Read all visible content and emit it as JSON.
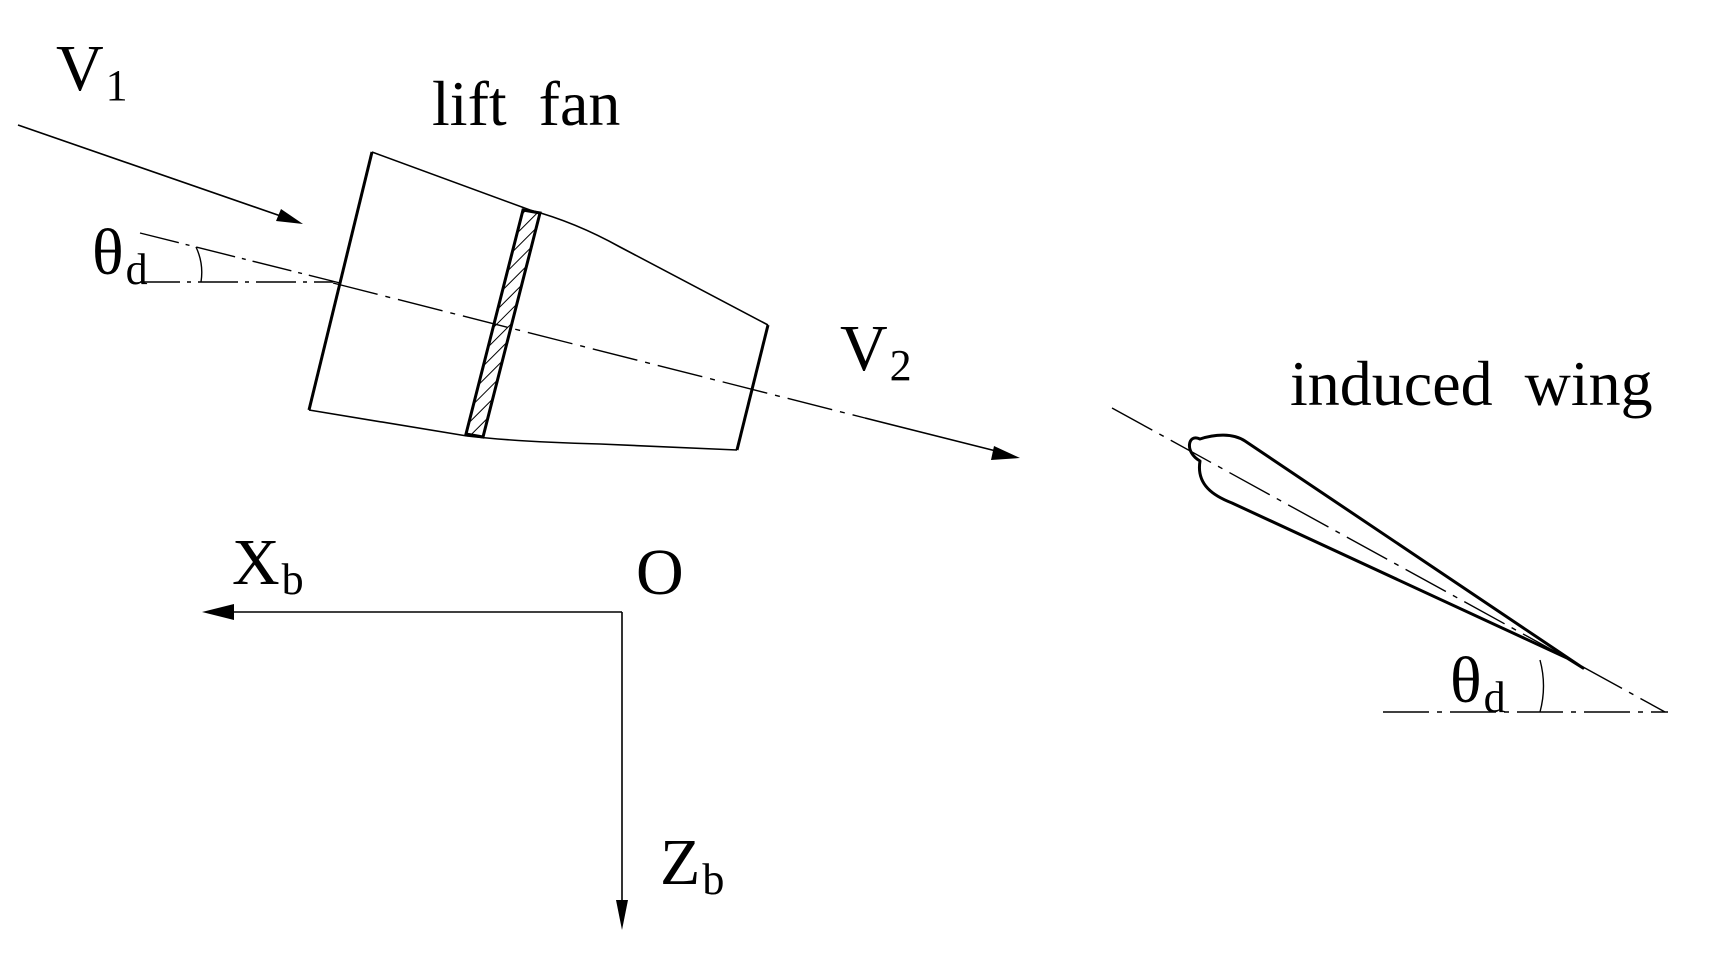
{
  "labels": {
    "v1": {
      "main": "V",
      "sub": "1"
    },
    "v2": {
      "main": "V",
      "sub": "2"
    },
    "theta_left": {
      "main": "θ",
      "sub": "d"
    },
    "theta_right": {
      "main": "θ",
      "sub": "d"
    },
    "lift_fan": "lift  fan",
    "induced_wing": "induced  wing",
    "xb": {
      "main": "X",
      "sub": "b"
    },
    "zb": {
      "main": "Z",
      "sub": "b"
    },
    "origin": "O"
  },
  "colors": {
    "stroke": "#000000",
    "background": "#ffffff"
  }
}
